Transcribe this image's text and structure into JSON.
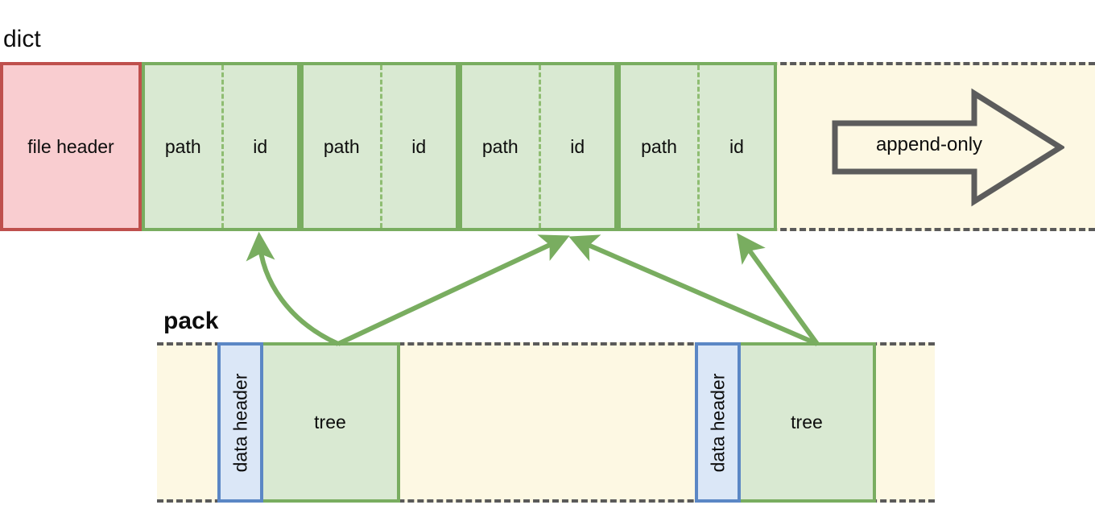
{
  "diagram": {
    "title_dict": "dict",
    "title_pack": "pack",
    "colors": {
      "green_border": "#79ad60",
      "green_fill": "#d9e9d2",
      "red_border": "#bf504d",
      "red_fill": "#f9cdd0",
      "blue_border": "#5b87c5",
      "blue_fill": "#dbe7f7",
      "cream_fill": "#fdf8e3",
      "dash_stroke": "#5a5a5a",
      "arrow_stroke": "#79ad60"
    }
  },
  "dict": {
    "label": "dict",
    "file_header": "file header",
    "entries": [
      {
        "path": "path",
        "id": "id"
      },
      {
        "path": "path",
        "id": "id"
      },
      {
        "path": "path",
        "id": "id"
      },
      {
        "path": "path",
        "id": "id"
      }
    ],
    "append_only": "append-only"
  },
  "pack": {
    "label": "pack",
    "chunks": [
      {
        "data_header": "data header",
        "tree": "tree"
      },
      {
        "data_header": "data header",
        "tree": "tree"
      }
    ]
  }
}
